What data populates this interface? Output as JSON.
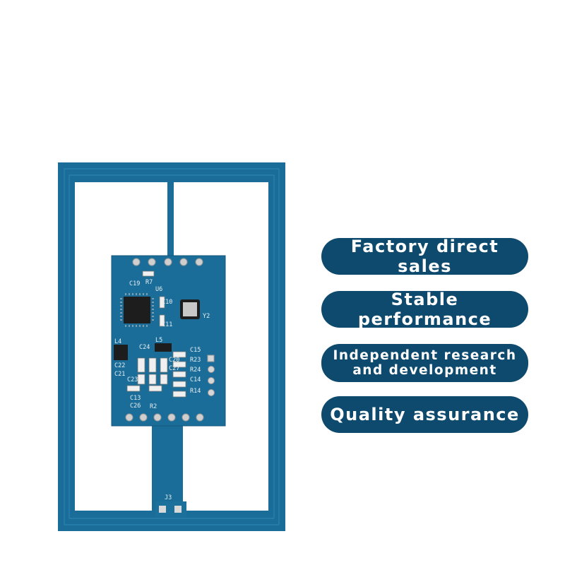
{
  "badges": [
    {
      "lines": [
        "Factory direct sales"
      ]
    },
    {
      "lines": [
        "Stable performance"
      ]
    },
    {
      "lines": [
        "Independent research",
        "and development"
      ]
    },
    {
      "lines": [
        "Quality assurance"
      ]
    }
  ],
  "pcb": {
    "silkscreen": {
      "c19": "C19",
      "r7": "R7",
      "u6": "U6",
      "c10": "C10",
      "c11": "C11",
      "y2": "Y2",
      "l5": "L5",
      "c24": "C24",
      "c15": "C15",
      "l4": "L4",
      "c22": "C22",
      "c21": "C21",
      "c23": "C23",
      "c13": "C13",
      "c26": "C26",
      "r2": "R2",
      "r23": "R23",
      "r24": "R24",
      "c14": "C14",
      "r14": "R14",
      "c20": "C20",
      "c27": "C27",
      "j3": "J3"
    }
  },
  "colors": {
    "board": "#1a6d98",
    "board_edge": "#14587c",
    "badge": "#0e4a6e",
    "badge_text": "#ffffff"
  }
}
